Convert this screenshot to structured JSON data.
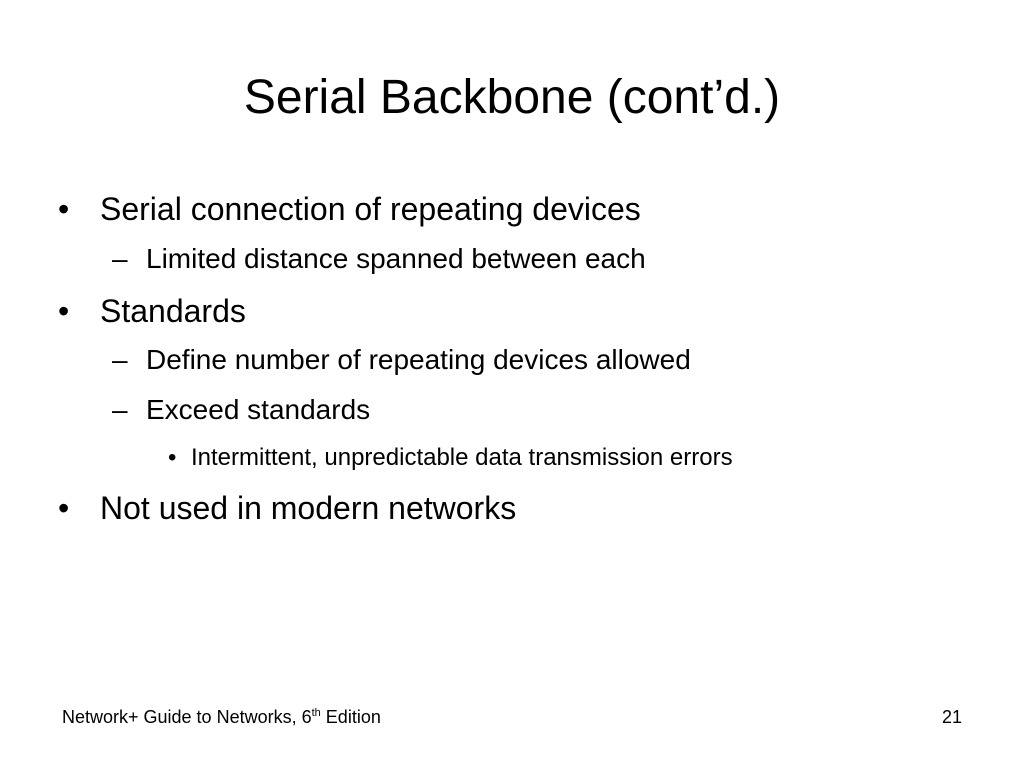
{
  "slide": {
    "title": "Serial Backbone (cont’d.)",
    "bullets": [
      {
        "marker": "•",
        "text": "Serial connection of repeating devices"
      },
      {
        "marker": "–",
        "text": "Limited distance spanned between each"
      },
      {
        "marker": "•",
        "text": "Standards"
      },
      {
        "marker": "–",
        "text": "Define number of repeating devices allowed"
      },
      {
        "marker": "–",
        "text": "Exceed standards"
      },
      {
        "marker": "•",
        "text": "Intermittent, unpredictable data transmission errors"
      },
      {
        "marker": "•",
        "text": "Not used in modern networks"
      }
    ]
  },
  "footer": {
    "book_prefix": "Network+ Guide to Networks, 6",
    "edition_suffix": "th",
    "book_edition": " Edition",
    "page_number": "21"
  }
}
